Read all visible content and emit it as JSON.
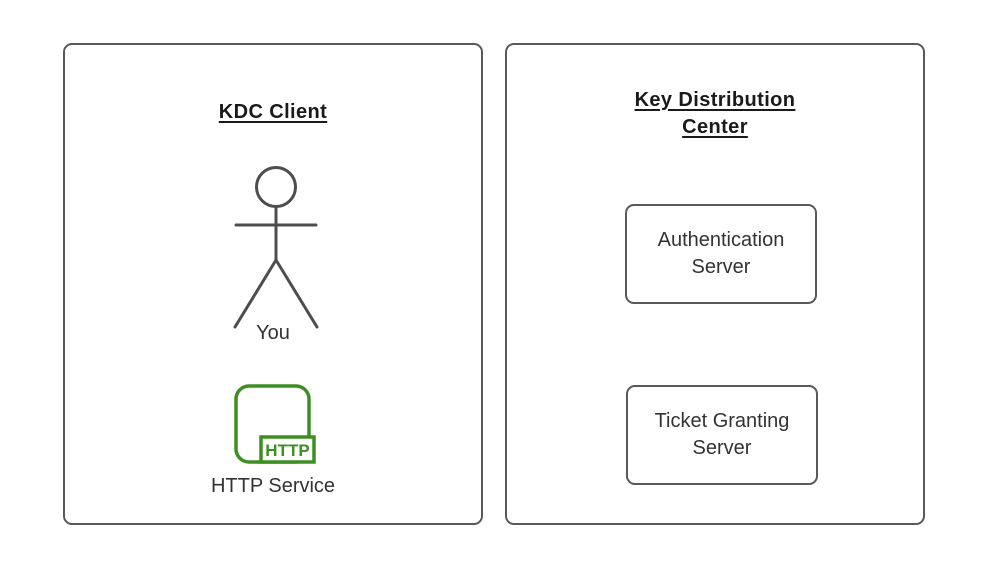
{
  "client_panel": {
    "title": "KDC Client",
    "actor_label": "You",
    "service_label": "HTTP Service",
    "service_badge": "HTTP"
  },
  "kdc_panel": {
    "title": "Key Distribution Center",
    "servers": [
      {
        "label": "Authentication Server"
      },
      {
        "label": "Ticket Granting Server"
      }
    ]
  },
  "colors": {
    "panel_stroke": "#595959",
    "actor_stroke": "#4d4d4d",
    "service_green": "#3d8f21",
    "title_text": "#1a1a1a",
    "label_text": "#333333"
  }
}
